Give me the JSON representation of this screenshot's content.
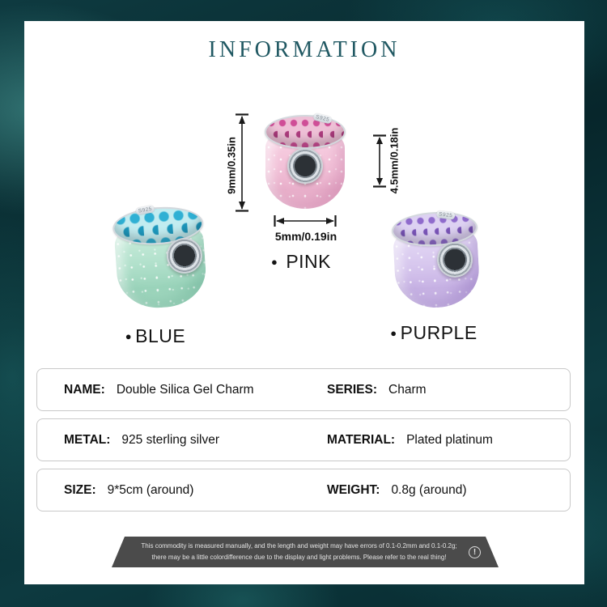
{
  "title": "INFORMATION",
  "product": {
    "bullet": "●",
    "dimensions": {
      "height_label": "9mm/0.35in",
      "inner_label": "4.5mm/0.18in",
      "width_label": "5mm/0.19in"
    },
    "charms": {
      "pink": {
        "label": "PINK",
        "stamp": "S925",
        "body_color": "#f2c1d8",
        "crystal_color": "#cf4e97"
      },
      "blue": {
        "label": "BLUE",
        "stamp": "S925",
        "body_color": "#b2e1cc",
        "crystal_color": "#2fb0d4"
      },
      "purple": {
        "label": "PURPLE",
        "stamp": "S925",
        "body_color": "#d7c7ee",
        "crystal_color": "#8f6bcc"
      }
    }
  },
  "spec_table": {
    "rows": [
      {
        "left_label": "NAME:",
        "left_value": "Double Silica Gel Charm",
        "right_label": "SERIES:",
        "right_value": "Charm"
      },
      {
        "left_label": "METAL:",
        "left_value": "925 sterling silver",
        "right_label": "MATERIAL:",
        "right_value": "Plated platinum"
      },
      {
        "left_label": "SIZE:",
        "left_value": "9*5cm (around)",
        "right_label": "WEIGHT:",
        "right_value": "0.8g (around)"
      }
    ]
  },
  "disclaimer": {
    "line1": "This commodity is measured manually, and the length and weight may have errors of 0.1-0.2mm and 0.1-0.2g;",
    "line2": "there may be a little colordifference due to the display and light problems. Please refer to the real thing!",
    "icon": "!"
  },
  "colors": {
    "frame": "#0a3136",
    "title": "#215963",
    "ribbon": "#4b4b4b"
  }
}
